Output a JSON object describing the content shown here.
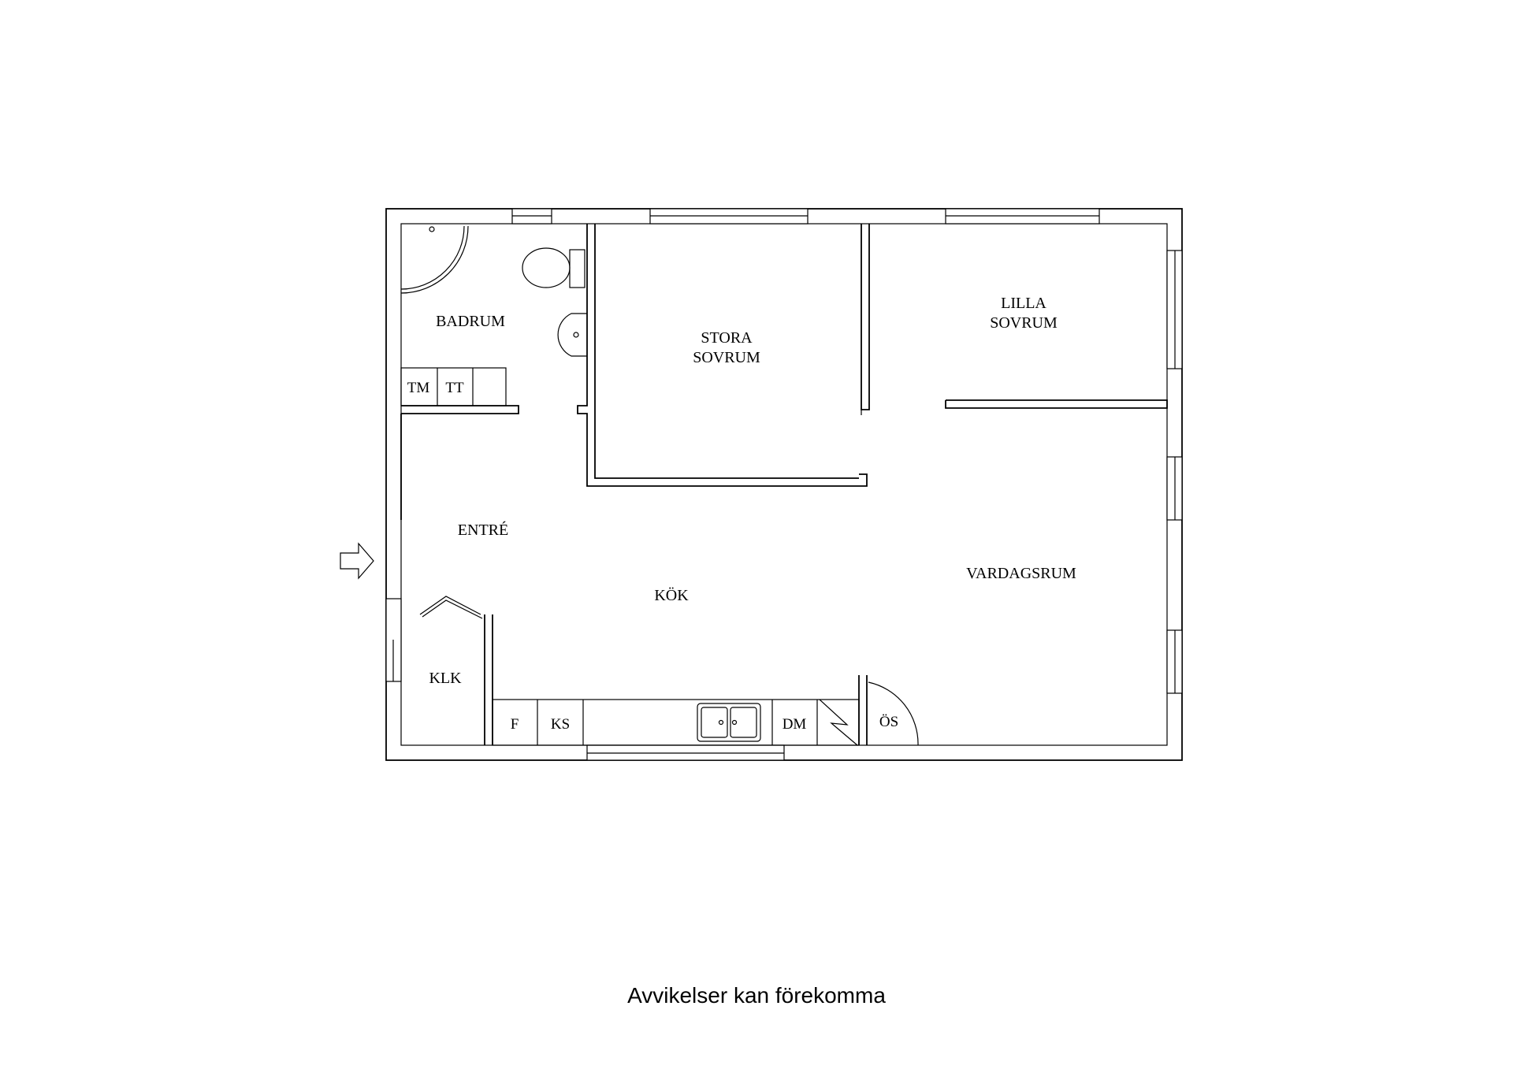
{
  "rooms": {
    "badrum": "BADRUM",
    "stora_sovrum": [
      "STORA",
      "SOVRUM"
    ],
    "lilla_sovrum": [
      "LILLA",
      "SOVRUM"
    ],
    "entre": "ENTRÉ",
    "kok": "KÖK",
    "vardagsrum": "VARDAGSRUM",
    "klk": "KLK"
  },
  "fixtures": {
    "tm": "TM",
    "tt": "TT",
    "f": "F",
    "ks": "KS",
    "dm": "DM",
    "os": "ÖS"
  },
  "disclaimer": "Avvikelser kan förekomma"
}
